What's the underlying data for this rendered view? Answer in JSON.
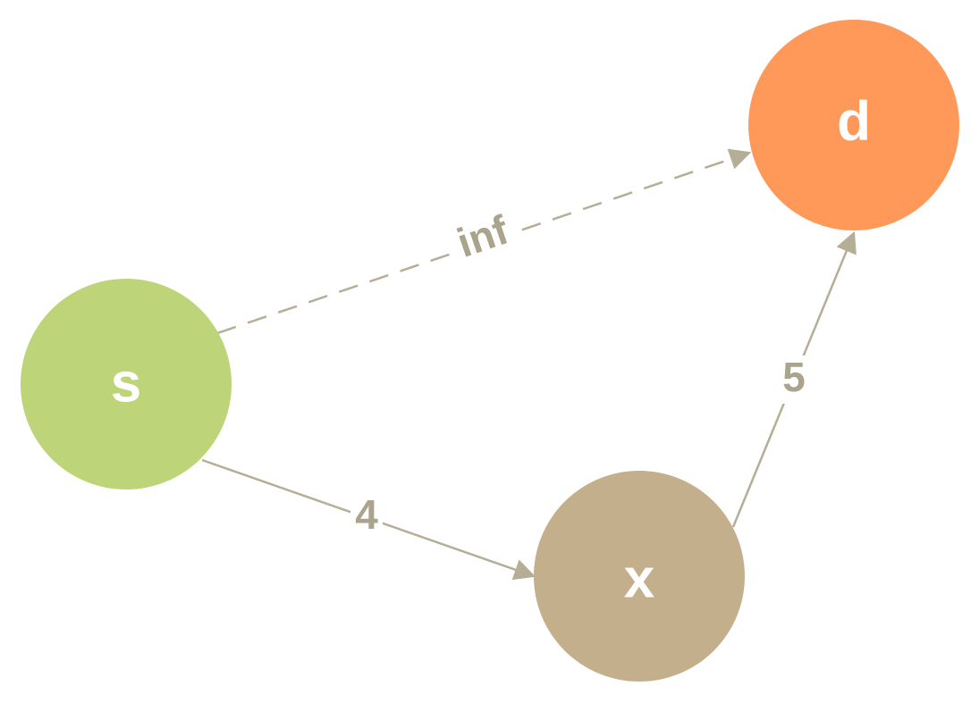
{
  "colors": {
    "edge": "#b5ae96",
    "edge_label": "#aaa48c",
    "node_s": "#bdd478",
    "node_x": "#c4af8c",
    "node_d": "#ff995a",
    "node_text": "#ffffff"
  },
  "nodes": {
    "s": {
      "label": "s"
    },
    "x": {
      "label": "x"
    },
    "d": {
      "label": "d"
    }
  },
  "edges": {
    "s_to_x": {
      "label": "4",
      "style": "solid"
    },
    "x_to_d": {
      "label": "5",
      "style": "solid"
    },
    "s_to_d": {
      "label": "inf",
      "style": "dashed"
    }
  }
}
